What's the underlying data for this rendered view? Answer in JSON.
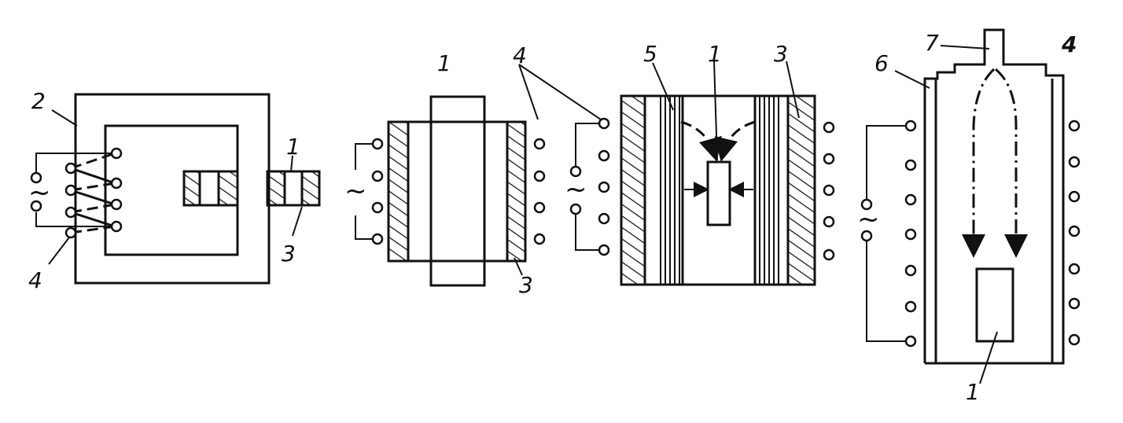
{
  "figure": {
    "panel_a": {
      "label_2": "2",
      "label_1": "1",
      "label_3": "3",
      "label_4": "4",
      "source_symbol": "~"
    },
    "panel_b": {
      "label_1": "1",
      "label_4": "4",
      "label_3": "3",
      "source_symbol": "~"
    },
    "panel_c": {
      "label_5": "5",
      "label_1": "1",
      "label_3": "3",
      "source_symbol": "~"
    },
    "panel_d": {
      "label_7": "7",
      "label_6": "6",
      "label_4": "4",
      "label_1": "1",
      "source_symbol": "~"
    }
  }
}
